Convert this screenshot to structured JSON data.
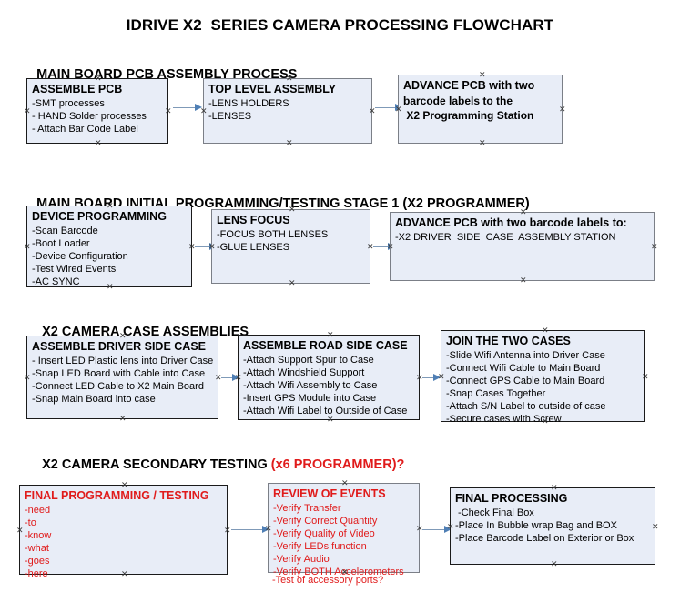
{
  "document": {
    "title": "IDRIVE X2  SERIES CAMERA PROCESSING FLOWCHART"
  },
  "sections": [
    {
      "heading": "MAIN BOARD PCB ASSEMBLY PROCESS",
      "heading_accent": "",
      "nodes": [
        {
          "title": "ASSEMBLE PCB",
          "lines": [
            "-SMT processes",
            "- HAND Solder processes",
            "- Attach Bar Code Label"
          ]
        },
        {
          "title": "TOP LEVEL ASSEMBLY",
          "lines": [
            "-LENS HOLDERS",
            "-LENSES"
          ]
        },
        {
          "title": "ADVANCE PCB with two",
          "lines": [
            "barcode labels to the",
            " X2 Programming Station"
          ]
        }
      ]
    },
    {
      "heading": "MAIN BOARD INITIAL PROGRAMMING/TESTING STAGE 1 (X2 PROGRAMMER)",
      "heading_accent": "",
      "nodes": [
        {
          "title": "DEVICE PROGRAMMING",
          "lines": [
            "-Scan Barcode",
            "-Boot Loader",
            "-Device Configuration",
            "-Test Wired Events",
            "-AC SYNC"
          ]
        },
        {
          "title": "LENS FOCUS",
          "lines": [
            "-FOCUS BOTH LENSES",
            "-GLUE LENSES"
          ]
        },
        {
          "title": "ADVANCE PCB with two barcode labels to:",
          "lines": [
            "-X2 DRIVER  SIDE  CASE  ASSEMBLY STATION"
          ]
        }
      ]
    },
    {
      "heading": "X2 CAMERA CASE ASSEMBLIES",
      "heading_accent": "",
      "nodes": [
        {
          "title": "ASSEMBLE DRIVER SIDE CASE",
          "lines": [
            "- Insert LED Plastic lens into Driver Case",
            "-Snap LED Board with Cable into Case",
            "-Connect LED Cable to X2 Main Board",
            "-Snap Main Board into case"
          ]
        },
        {
          "title": "ASSEMBLE ROAD SIDE CASE",
          "lines": [
            "-Attach Support Spur to Case",
            "-Attach Windshield Support",
            "-Attach Wifi Assembly to Case",
            "-Insert GPS Module into Case",
            "-Attach Wifi Label to Outside of Case"
          ]
        },
        {
          "title": "JOIN THE TWO CASES",
          "lines": [
            "-Slide Wifi Antenna into Driver Case",
            "-Connect Wifi Cable to Main Board",
            "-Connect GPS Cable to Main Board",
            "-Snap Cases Together",
            "-Attach S/N Label to outside of case",
            "-Secure cases with Screw"
          ]
        }
      ]
    },
    {
      "heading": "X2 CAMERA SECONDARY TESTING ",
      "heading_accent": "(x6 PROGRAMMER)?",
      "nodes": [
        {
          "title": "FINAL PROGRAMMING / TESTING",
          "lines": [
            "-need",
            "-to",
            "-know",
            "-what",
            "-goes",
            "-here"
          ]
        },
        {
          "title": "REVIEW OF EVENTS",
          "lines": [
            "-Verify Transfer",
            "-Verify Correct Quantity",
            "-Verify Quality of Video",
            "-Verify LEDs function",
            "-Verify Audio",
            "-Verify BOTH Accelerometers"
          ],
          "overflow_line": "-Test of accessory ports?"
        },
        {
          "title": "FINAL PROCESSING",
          "lines": [
            " -Check Final Box",
            "-Place In Bubble wrap Bag and BOX",
            "-Place Barcode Label on Exterior or Box"
          ]
        }
      ]
    }
  ],
  "colors": {
    "node_fill": "#e8edf7",
    "node_border": "#1a1a1a",
    "accent_red": "#e01b1b",
    "arrow": "#4f7fb5",
    "text": "#000000"
  }
}
